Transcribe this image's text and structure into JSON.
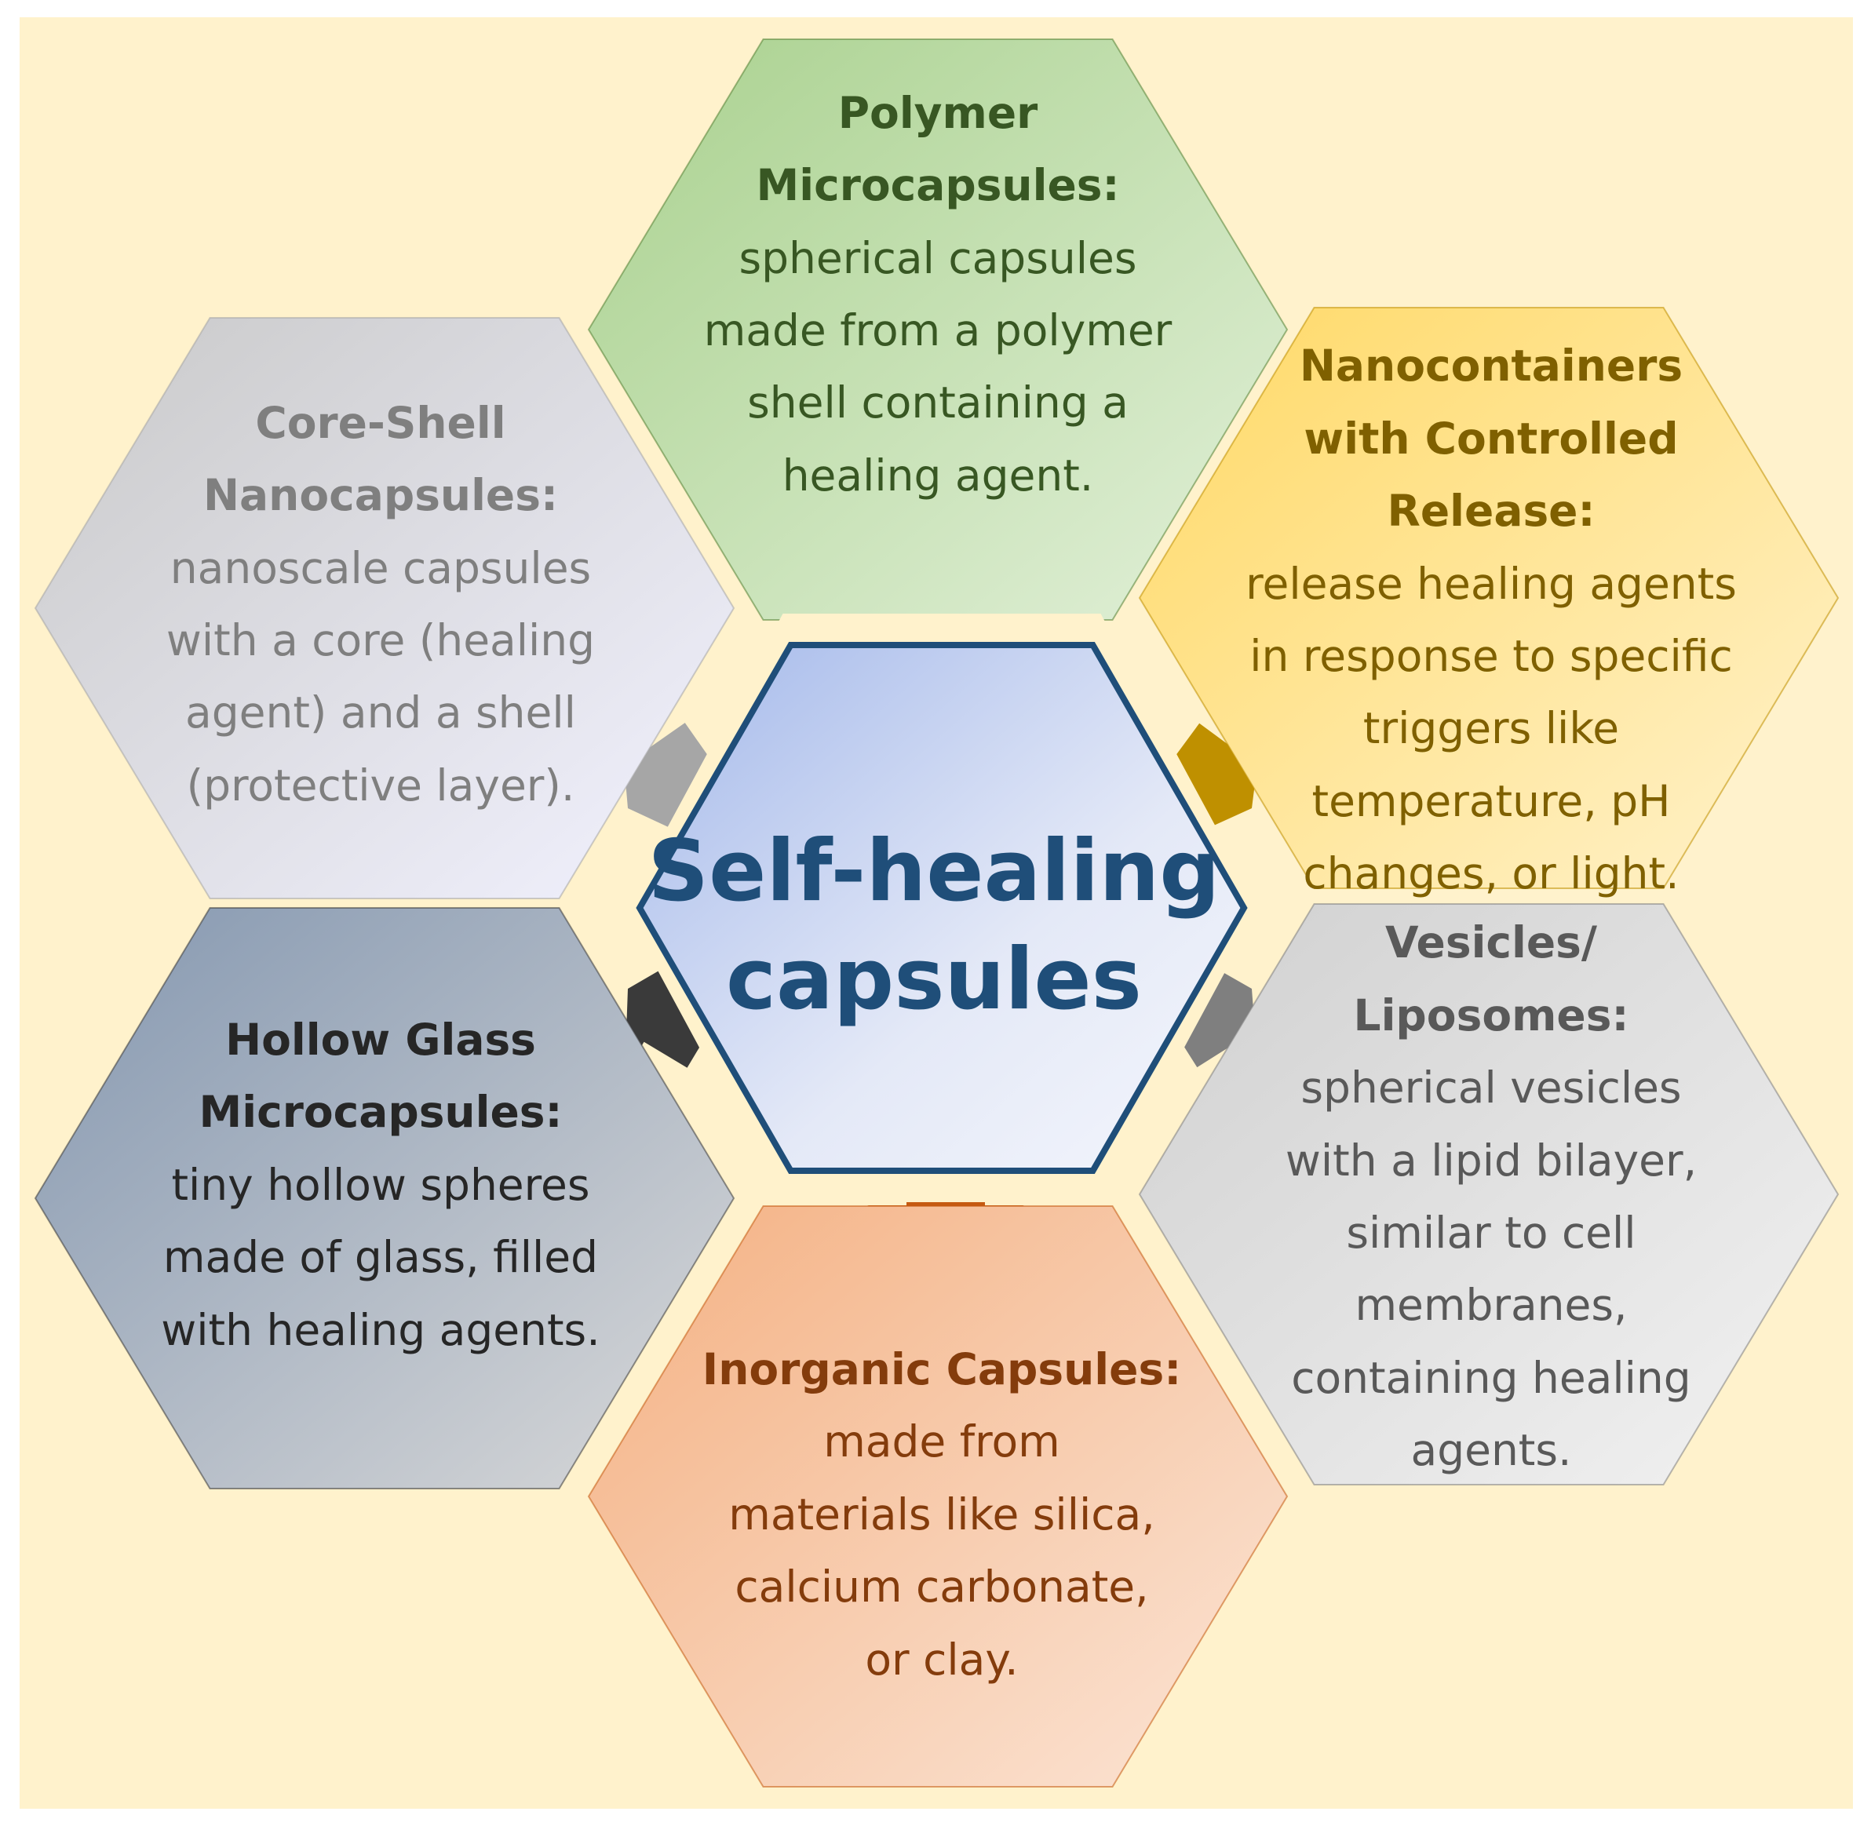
{
  "center": {
    "label": "Self-healing\ncapsules",
    "color": "#1f4e79"
  },
  "hexagons": [
    {
      "key": "polymer",
      "title": "Polymer\nMicrocapsules:",
      "description": "spherical capsules\nmade from a polymer\nshell containing a\nhealing agent.",
      "title_color": "#385723",
      "text_color": "#385723",
      "fill_start": "#a9d18e",
      "fill_end": "#e2f0d9",
      "arrow_color": "#548235"
    },
    {
      "key": "nanocontainers",
      "title": "Nanocontainers\nwith Controlled\nRelease:",
      "description": "release healing agents\nin response to specific\ntriggers like\ntemperature, pH\nchanges, or light.",
      "title_color": "#7f6000",
      "text_color": "#7f6000",
      "fill_start": "#ffd966",
      "fill_end": "#fff2cc",
      "arrow_color": "#bf9000"
    },
    {
      "key": "vesicles",
      "title": "Vesicles/\nLiposomes:",
      "description": "spherical vesicles\nwith a lipid bilayer,\nsimilar to cell\nmembranes,\ncontaining healing\nagents.",
      "title_color": "#595959",
      "text_color": "#595959",
      "fill_start": "#d0d0d0",
      "fill_end": "#f2f2f2",
      "arrow_color": "#7f7f7f"
    },
    {
      "key": "inorganic",
      "title": "Inorganic Capsules:",
      "description": "made from\nmaterials like silica,\ncalcium carbonate,\nor clay.",
      "title_color": "#843c0c",
      "text_color": "#843c0c",
      "fill_start": "#f4b183",
      "fill_end": "#fbe5d6",
      "arrow_color": "#c55a11"
    },
    {
      "key": "hollow-glass",
      "title": "Hollow Glass\nMicrocapsules:",
      "description": "tiny hollow spheres\nmade of glass, filled\nwith healing agents.",
      "title_color": "#262626",
      "text_color": "#262626",
      "fill_start": "#8497b0",
      "fill_end": "#d9d9d9",
      "arrow_color": "#3a3a3a"
    },
    {
      "key": "core-shell",
      "title": "Core-Shell\nNanocapsules:",
      "description": "nanoscale capsules\nwith a core (healing\nagent) and a shell\n(protective layer).",
      "title_color": "#7f7f7f",
      "text_color": "#7f7f7f",
      "fill_start": "#c9c9c9",
      "fill_end": "#f2f2ff",
      "arrow_color": "#a6a6a6"
    }
  ],
  "background_color": "#fff2cc"
}
